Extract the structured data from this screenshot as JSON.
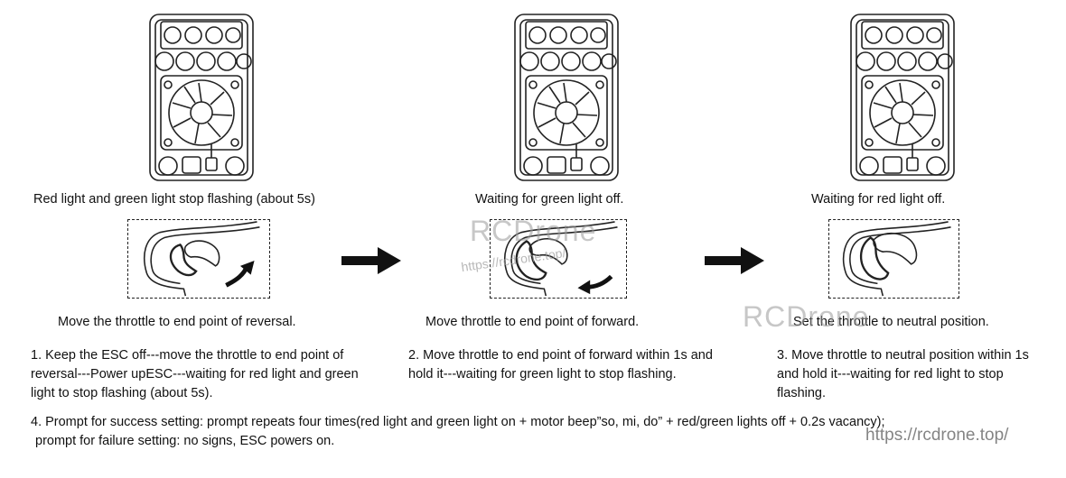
{
  "steps": [
    {
      "status_caption": "Red light and green light stop flashing (about 5s)",
      "throttle_caption": "Move the throttle to end point of reversal.",
      "description": "1. Keep the ESC off---move the throttle to end point of reversal---Power upESC---waiting for red light and green light to stop flashing (about 5s)."
    },
    {
      "status_caption": "Waiting for green light off.",
      "throttle_caption": "Move throttle to end point of forward.",
      "description": "2. Move throttle to end point of forward within 1s and hold it---waiting for green light to stop flashing."
    },
    {
      "status_caption": "Waiting for red light off.",
      "throttle_caption": "Set the throttle to neutral position.",
      "description": "3. Move throttle to neutral position within 1s and hold it---waiting for red light to stop flashing."
    }
  ],
  "summary": {
    "line1": "4. Prompt for success setting: prompt repeats four times(red light and green light on + motor beep”so, mi, do” + red/green lights off + 0.2s vacancy);",
    "line2": "prompt for failure setting: no signs, ESC powers on."
  },
  "watermarks": {
    "logo": "RCDrone",
    "url": "https://rcdrone.top/"
  }
}
